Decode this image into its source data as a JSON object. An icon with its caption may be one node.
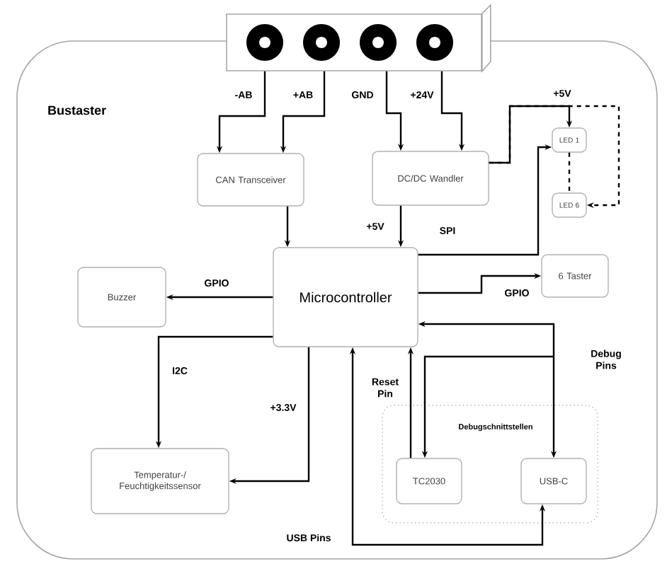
{
  "diagram": {
    "nodes": [
      {
        "text": [
          "Bustaster"
        ]
      },
      {
        "text": [],
        "shape": "picture"
      },
      {
        "text": [
          "CAN Transceiver"
        ],
        "in": 0
      },
      {
        "text": [
          "DC/DC Wandler"
        ],
        "in": 0
      },
      {
        "text": [
          "LED 1"
        ],
        "in": 0
      },
      {
        "text": [
          "LED 6"
        ],
        "in": 0
      },
      {
        "text": [
          "Microcontroller"
        ],
        "in": 0
      },
      {
        "text": [
          "Buzzer"
        ],
        "in": 0
      },
      {
        "text": [
          "6 Taster"
        ],
        "in": 0
      },
      {
        "text": [
          "Temperatur-/ Feuchtigkeitssensor"
        ],
        "in": 0
      },
      {
        "text": [
          "Debugschnittstellen"
        ],
        "in": 0
      },
      {
        "text": [
          "TC2030"
        ],
        "in": 10
      },
      {
        "text": [
          "USB-C"
        ],
        "in": 10
      }
    ],
    "edges": [
      {
        "from": 1,
        "to": 2,
        "arrow": "to",
        "label": "-AB"
      },
      {
        "from": 1,
        "to": 2,
        "arrow": "to",
        "label": "+AB"
      },
      {
        "from": 1,
        "to": 3,
        "arrow": "to",
        "label": "GND"
      },
      {
        "from": 1,
        "to": 3,
        "arrow": "to",
        "label": "+24V"
      },
      {
        "from": 3,
        "to": 4,
        "arrow": "to",
        "label": "+5V"
      },
      {
        "from": 4,
        "to": 5,
        "arrow": "none",
        "style": "dashed"
      },
      {
        "from": 3,
        "to": 5,
        "arrow": "to",
        "style": "dashed"
      },
      {
        "from": 2,
        "to": 6,
        "arrow": "to"
      },
      {
        "from": 3,
        "to": 6,
        "arrow": "to",
        "label": "+5V"
      },
      {
        "from": 6,
        "to": 4,
        "arrow": "to",
        "label": "SPI"
      },
      {
        "from": 6,
        "to": 7,
        "arrow": "to",
        "label": "GPIO"
      },
      {
        "from": 6,
        "to": 8,
        "arrow": "to",
        "label": "GPIO"
      },
      {
        "from": 6,
        "to": 9,
        "arrow": "to",
        "label": "I2C"
      },
      {
        "from": 6,
        "to": 9,
        "arrow": "to",
        "label": "+3.3V"
      },
      {
        "from": 11,
        "to": 6,
        "arrow": "to",
        "label": "Reset Pin"
      },
      {
        "from": 6,
        "to": 11,
        "arrow": "both"
      },
      {
        "from": 6,
        "to": 12,
        "arrow": "both",
        "label": "Debug Pins"
      },
      {
        "from": 6,
        "to": 12,
        "arrow": "both",
        "label": "USB Pins"
      }
    ]
  }
}
